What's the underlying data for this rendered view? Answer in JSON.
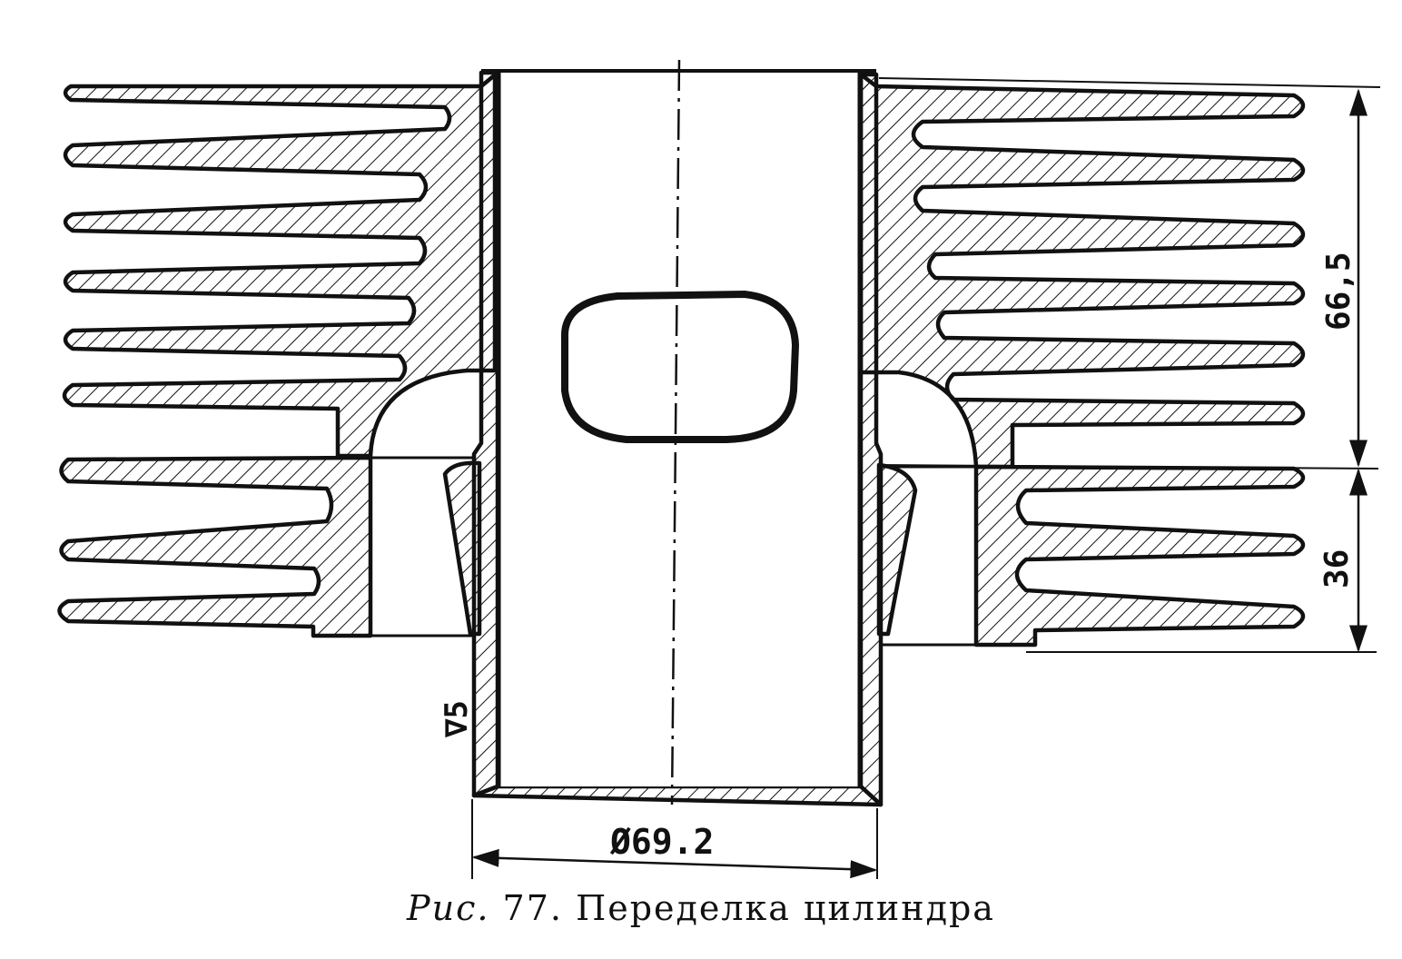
{
  "caption": {
    "prefix": "Рис.",
    "number": "77.",
    "title": "Переделка цилиндра"
  },
  "dimensions": {
    "bore_diameter": "Ø69.2",
    "upper_height": "66,5",
    "lower_height": "36",
    "surface_finish": "∇5"
  },
  "colors": {
    "ink": "#111111",
    "paper": "#ffffff"
  }
}
